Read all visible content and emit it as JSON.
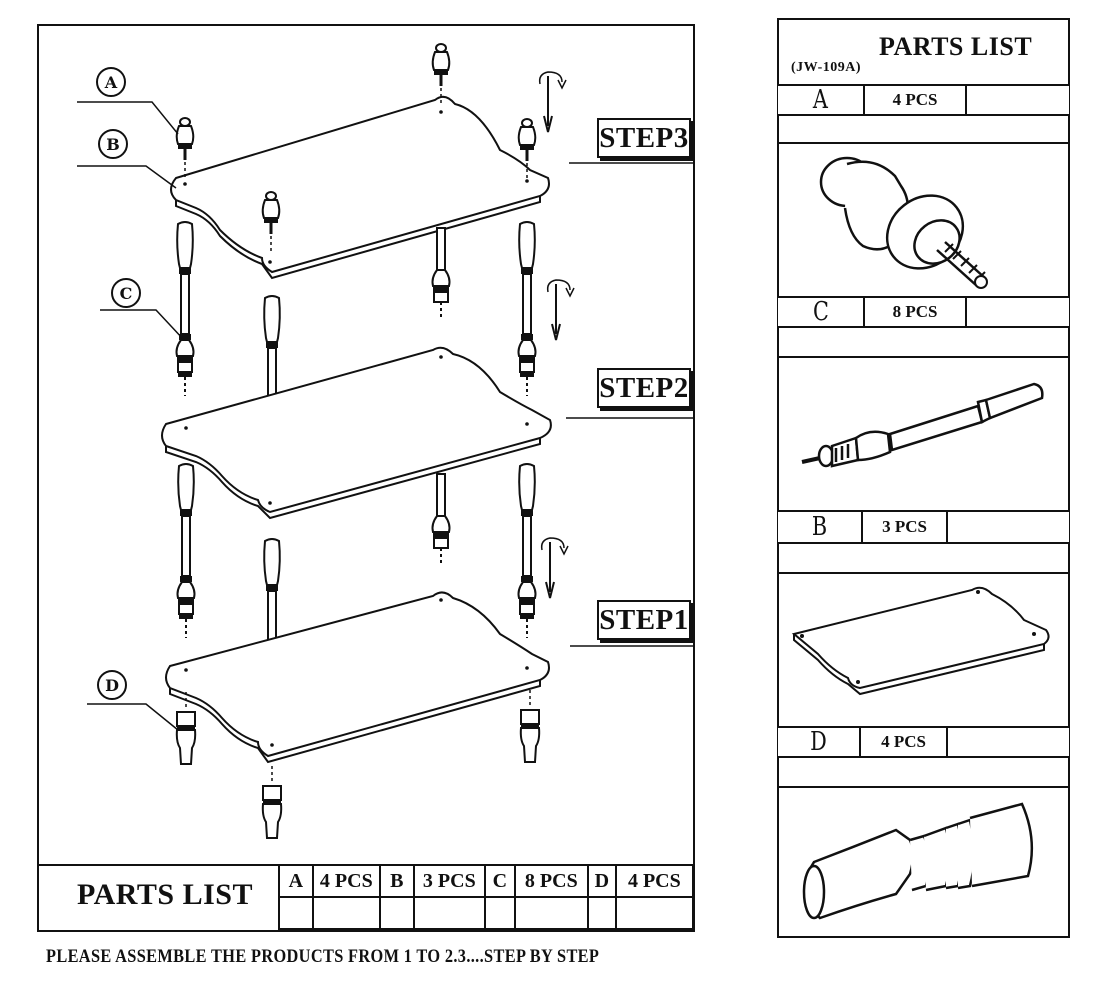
{
  "left_panel": {
    "callouts": [
      "A",
      "B",
      "C",
      "D"
    ],
    "steps": [
      "STEP3",
      "STEP2",
      "STEP1"
    ],
    "parts_list": {
      "title": "PARTS LIST",
      "items": [
        {
          "letter": "A",
          "qty": "4 PCS"
        },
        {
          "letter": "B",
          "qty": "3 PCS"
        },
        {
          "letter": "C",
          "qty": "8 PCS"
        },
        {
          "letter": "D",
          "qty": "4 PCS"
        }
      ]
    }
  },
  "instruction": "PLEASE ASSEMBLE THE PRODUCTS FROM 1 TO 2.3....STEP BY STEP",
  "right_panel": {
    "title": "PARTS LIST",
    "model": "(JW-109A)",
    "items": [
      {
        "letter": "A",
        "qty": "4 PCS",
        "icon": "finial-icon"
      },
      {
        "letter": "C",
        "qty": "8 PCS",
        "icon": "spindle-post-icon"
      },
      {
        "letter": "B",
        "qty": "3 PCS",
        "icon": "shelf-board-icon"
      },
      {
        "letter": "D",
        "qty": "4 PCS",
        "icon": "foot-icon"
      }
    ]
  }
}
